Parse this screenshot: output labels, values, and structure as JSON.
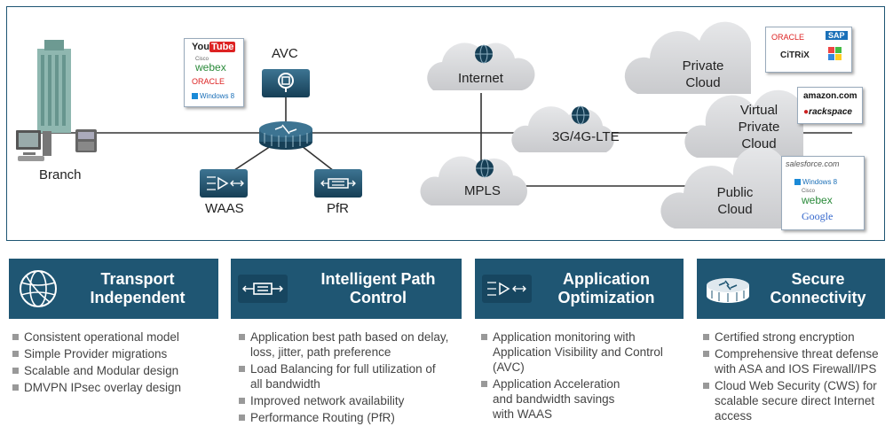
{
  "diagram": {
    "branch_label": "Branch",
    "avc_label": "AVC",
    "waas_label": "WAAS",
    "pfr_label": "PfR",
    "internet_label": "Internet",
    "lte_label": "3G/4G-LTE",
    "mpls_label": "MPLS",
    "private_cloud_label": "Private\nCloud",
    "virtual_private_cloud_label": "Virtual\nPrivate Cloud",
    "public_cloud_label": "Public\nCloud",
    "avc_apps": {
      "youtube_you": "You",
      "youtube_tube": "Tube",
      "cisco": "Cisco",
      "webex": "webex",
      "oracle": "ORACLE",
      "windows": "Windows 8"
    },
    "private_apps": {
      "oracle": "ORACLE",
      "sap": "SAP",
      "citrix": "CiTRiX"
    },
    "virtual_apps": {
      "amazon": "amazon.com",
      "rackspace": "rackspace"
    },
    "public_apps": {
      "salesforce": "salesforce.com",
      "windows": "Windows 8",
      "cisco": "Cisco",
      "webex": "webex",
      "google": "Google"
    }
  },
  "pillars": [
    {
      "title_line1": "Transport",
      "title_line2": "Independent",
      "icon": "globe-icon",
      "bullets": [
        "Consistent operational model",
        "Simple Provider migrations",
        "Scalable and Modular design",
        "DMVPN IPsec overlay design"
      ]
    },
    {
      "title_line1": "Intelligent Path",
      "title_line2": "Control",
      "icon": "pfr-icon",
      "bullets": [
        "Application best path based on delay, loss, jitter, path preference",
        "Load Balancing for full utilization of all bandwidth",
        "Improved network availability",
        "Performance Routing (PfR)"
      ]
    },
    {
      "title_line1": "Application",
      "title_line2": "Optimization",
      "icon": "waas-icon",
      "bullets": [
        "Application monitoring with Application Visibility and Control (AVC)",
        "Application Acceleration and bandwidth savings with WAAS"
      ]
    },
    {
      "title_line1": "Secure",
      "title_line2": "Connectivity",
      "icon": "router-icon",
      "bullets": [
        "Certified strong encryption",
        "Comprehensive threat defense with ASA and IOS Firewall/IPS",
        "Cloud Web Security (CWS)  for scalable secure direct  Internet access"
      ]
    }
  ],
  "colors": {
    "accent": "#1f5673",
    "cloud": "#d6d7d9",
    "device": "#1f5673"
  }
}
